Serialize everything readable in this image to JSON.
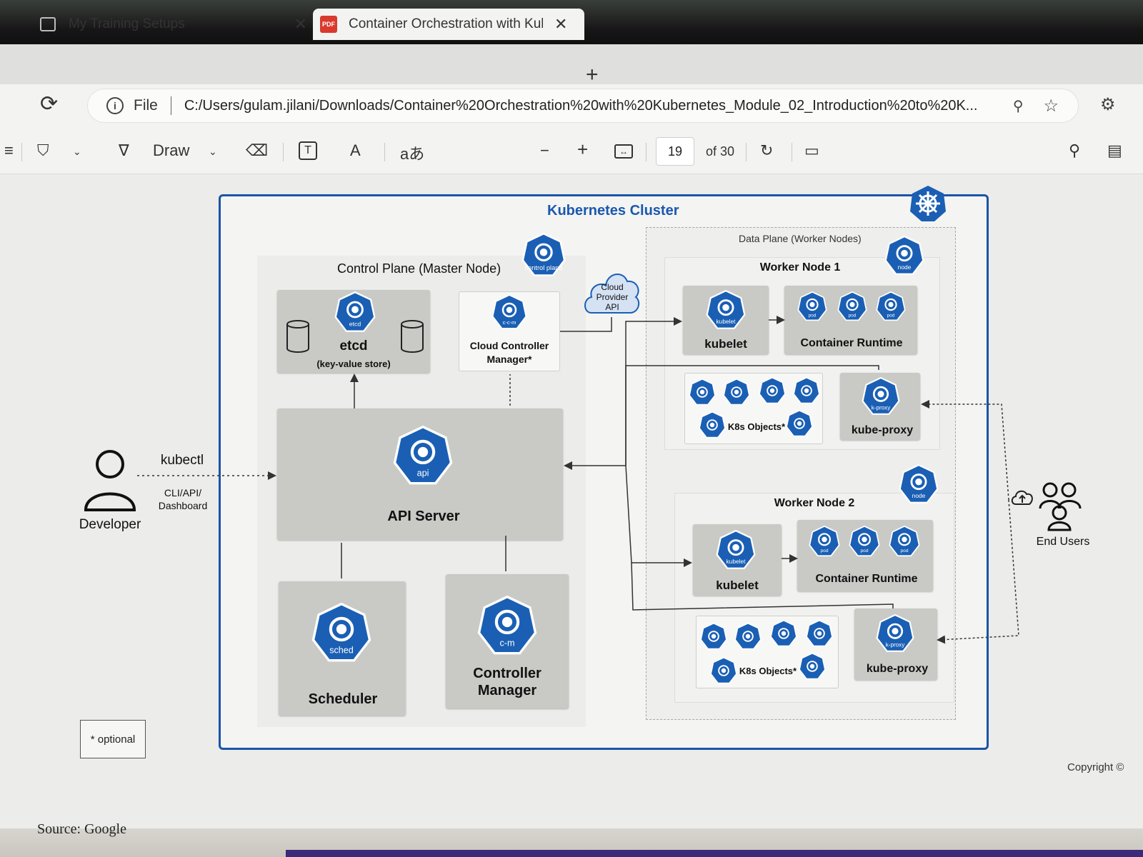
{
  "browser": {
    "tabs": [
      {
        "label": "My Training Setups",
        "close": "✕"
      },
      {
        "label": "Container Orchestration with Kub",
        "close": "✕",
        "badge": "PDF"
      }
    ],
    "new_tab": "+",
    "address": {
      "scheme": "File",
      "url": "C:/Users/gulam.jilani/Downloads/Container%20Orchestration%20with%20Kubernetes_Module_02_Introduction%20to%20K..."
    }
  },
  "pdf_toolbar": {
    "draw_label": "Draw",
    "page_current": "19",
    "page_total": "of 30",
    "zoom_out": "−",
    "zoom_in": "+",
    "read_aloud": "A",
    "translate": "aあ"
  },
  "diagram": {
    "cluster_title": "Kubernetes Cluster",
    "control_plane_title": "Control Plane (Master Node)",
    "etcd_label": "etcd",
    "etcd_sub": "(key-value store)",
    "etcd_icon_text": "etcd",
    "ccm_label_1": "Cloud Controller",
    "ccm_label_2": "Manager*",
    "ccm_icon_text": "c-c-m",
    "cloud_label_1": "Cloud",
    "cloud_label_2": "Provider",
    "cloud_label_3": "API",
    "api_label": "API Server",
    "api_icon_text": "api",
    "scheduler_label": "Scheduler",
    "sched_icon_text": "sched",
    "cm_label_1": "Controller",
    "cm_label_2": "Manager",
    "cm_icon_text": "c-m",
    "cp_icon_text": "control plane",
    "data_plane_title": "Data Plane (Worker Nodes)",
    "node_icon_text": "node",
    "worker1_title": "Worker Node 1",
    "worker2_title": "Worker Node 2",
    "kubelet_label": "kubelet",
    "kubelet_icon_text": "kubelet",
    "container_runtime_label": "Container Runtime",
    "pod_icon_text": "pod",
    "k8s_objects_label": "K8s Objects*",
    "kube_proxy_label": "kube-proxy",
    "kproxy_icon_text": "k-proxy",
    "developer_label": "Developer",
    "kubectl_label": "kubectl",
    "cli_label_1": "CLI/API/",
    "cli_label_2": "Dashboard",
    "end_users_label": "End Users",
    "optional_note": "* optional"
  },
  "footer": {
    "copyright": "Copyright ©",
    "source": "Source: Google"
  },
  "colors": {
    "k8s_blue": "#1a5fb4",
    "cluster_border": "#1a54a8"
  }
}
